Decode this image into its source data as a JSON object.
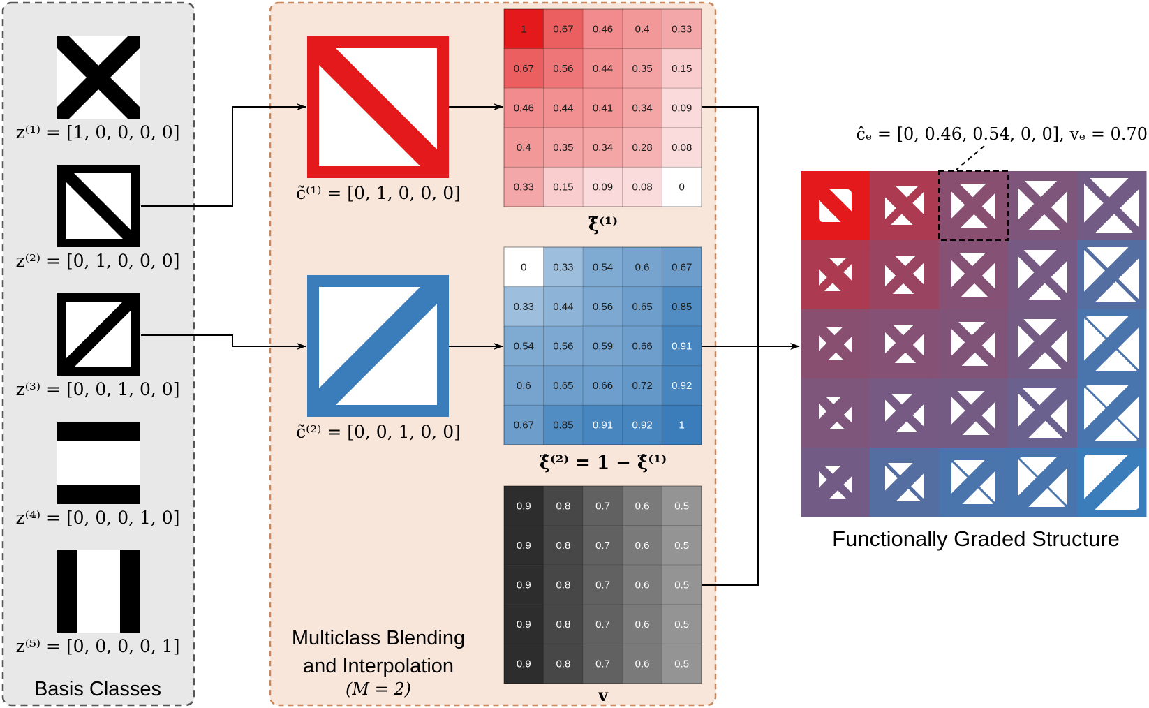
{
  "basis_panel": {
    "title": "Basis Classes",
    "classes": [
      {
        "pattern": "x-cross-icon",
        "label": "z⁽¹⁾ = [1, 0, 0, 0, 0]"
      },
      {
        "pattern": "diagonal-down-icon",
        "label": "z⁽²⁾ = [0, 1, 0, 0, 0]"
      },
      {
        "pattern": "diagonal-up-icon",
        "label": "z⁽³⁾ = [0, 0, 1, 0, 0]"
      },
      {
        "pattern": "horizontal-bars-icon",
        "label": "z⁽⁴⁾ = [0, 0, 0, 1, 0]"
      },
      {
        "pattern": "vertical-bars-icon",
        "label": "z⁽⁵⁾ = [0, 0, 0, 0, 1]"
      }
    ]
  },
  "blending_panel": {
    "title_line1": "Multiclass Blending",
    "title_line2": "and Interpolation",
    "subtitle": "(M = 2)",
    "selected_classes": [
      {
        "label": "c̃⁽¹⁾ = [0, 1, 0, 0, 0]",
        "color": "#e3191c",
        "pattern": "diagonal-down-icon"
      },
      {
        "label": "c̃⁽²⁾ = [0, 0, 1, 0, 0]",
        "color": "#3b7dba",
        "pattern": "diagonal-up-icon"
      }
    ],
    "matrices": [
      {
        "label": "ξ̂⁽¹⁾",
        "colormap": "red",
        "values": [
          [
            "1",
            "0.67",
            "0.46",
            "0.4",
            "0.33"
          ],
          [
            "0.67",
            "0.56",
            "0.44",
            "0.35",
            "0.15"
          ],
          [
            "0.46",
            "0.44",
            "0.41",
            "0.34",
            "0.09"
          ],
          [
            "0.4",
            "0.35",
            "0.34",
            "0.28",
            "0.08"
          ],
          [
            "0.33",
            "0.15",
            "0.09",
            "0.08",
            "0"
          ]
        ]
      },
      {
        "label": "ξ̂⁽²⁾ = 1 − ξ̂⁽¹⁾",
        "colormap": "blue",
        "values": [
          [
            "0",
            "0.33",
            "0.54",
            "0.6",
            "0.67"
          ],
          [
            "0.33",
            "0.44",
            "0.56",
            "0.65",
            "0.85"
          ],
          [
            "0.54",
            "0.56",
            "0.59",
            "0.66",
            "0.91"
          ],
          [
            "0.6",
            "0.65",
            "0.66",
            "0.72",
            "0.92"
          ],
          [
            "0.67",
            "0.85",
            "0.91",
            "0.92",
            "1"
          ]
        ]
      },
      {
        "label": "v",
        "colormap": "gray",
        "values": [
          [
            "0.9",
            "0.8",
            "0.7",
            "0.6",
            "0.5"
          ],
          [
            "0.9",
            "0.8",
            "0.7",
            "0.6",
            "0.5"
          ],
          [
            "0.9",
            "0.8",
            "0.7",
            "0.6",
            "0.5"
          ],
          [
            "0.9",
            "0.8",
            "0.7",
            "0.6",
            "0.5"
          ],
          [
            "0.9",
            "0.8",
            "0.7",
            "0.6",
            "0.5"
          ]
        ]
      }
    ]
  },
  "result": {
    "title": "Functionally Graded Structure",
    "callout": "ĉₑ = [0, 0.46, 0.54, 0, 0], vₑ = 0.70",
    "highlight_cell": [
      0,
      2
    ]
  },
  "colors": {
    "red": "#e3191c",
    "blue": "#3b7dba",
    "basis_bg": "#e8e8e8",
    "basis_border": "#555555",
    "blend_bg": "#f9e6da",
    "blend_border": "#c8865a"
  }
}
